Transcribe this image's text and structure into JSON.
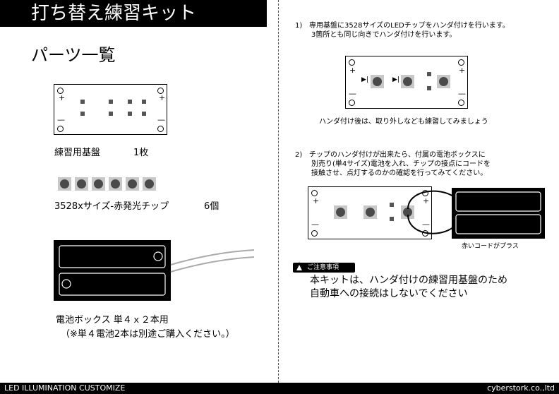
{
  "header": {
    "title": "打ち替え練習キット"
  },
  "parts": {
    "heading": "パーツ一覧",
    "board_label": "練習用基盤",
    "board_qty": "1枚",
    "chips_label": "3528xサイズ-赤発光チップ",
    "chips_qty": "6個",
    "battery_label": "電池ボックス 単４ｘ２本用",
    "battery_note": "（※単４電池2本は別途ご購入ください。）"
  },
  "board_signs": {
    "plus": "+",
    "minus": "—"
  },
  "steps": {
    "step1_num": "1)",
    "step1_line1": "専用基盤に3528サイズのLEDチップをハンダ付けを行います。",
    "step1_line2": "3箇所とも同じ向きでハンダ付けを行います。",
    "step1_caption": "ハンダ付け後は、取り外しなども練習してみましょう",
    "step2_num": "2)",
    "step2_line1": "チップのハンダ付けが出来たら、付属の電池ボックスに",
    "step2_line2": "別売り(単4サイズ)電池を入れ、チップの接点にコードを",
    "step2_line3": "接触させ、点灯するのかの確認を行ってみてください。",
    "step2_caption": "赤いコードがプラス"
  },
  "caution": {
    "badge": "ご注意事項",
    "line1": "本キットは、ハンダ付けの練習用基盤のため",
    "line2": "自動車への接続はしないでください"
  },
  "footer": {
    "left": "LED ILLUMINATION CUSTOMIZE",
    "right": "cyberstork.co.,ltd"
  }
}
